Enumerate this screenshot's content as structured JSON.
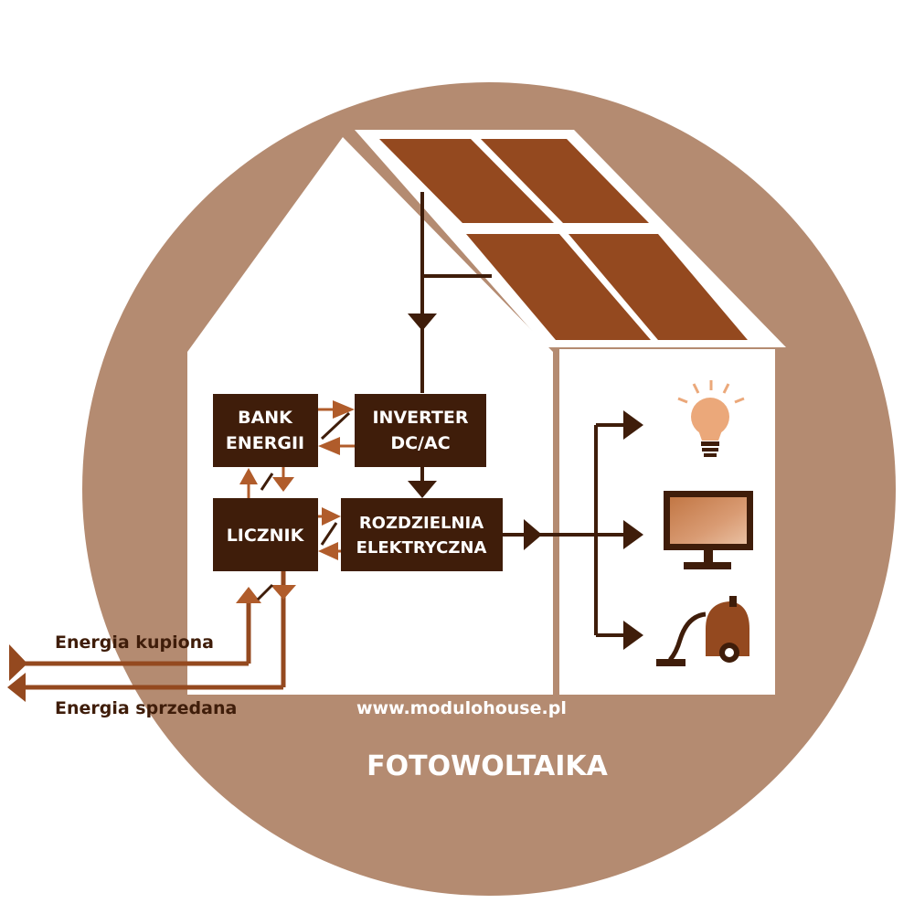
{
  "diagram": {
    "title": "FOTOWOLTAIKA",
    "website": "www.modulohouse.pl",
    "boxes": {
      "bank": [
        "BANK",
        "ENERGII"
      ],
      "inverter": [
        "INVERTER",
        "DC/AC"
      ],
      "meter": [
        "LICZNIK"
      ],
      "switchboard": [
        "ROZDZIELNIA",
        "ELEKTRYCZNA"
      ]
    },
    "flows": {
      "bought": "Energia kupiona",
      "sold": "Energia sprzedana"
    },
    "devices": [
      "light-bulb-icon",
      "monitor-icon",
      "vacuum-cleaner-icon"
    ]
  },
  "colors": {
    "circle": "#b48b71",
    "house": "#ffffff",
    "panel": "#94491f",
    "box": "#3f1d0a",
    "line": "#3f1d0a",
    "accent": "#b05c2b",
    "bulb": "#eba87a",
    "screen": "#c98559"
  }
}
